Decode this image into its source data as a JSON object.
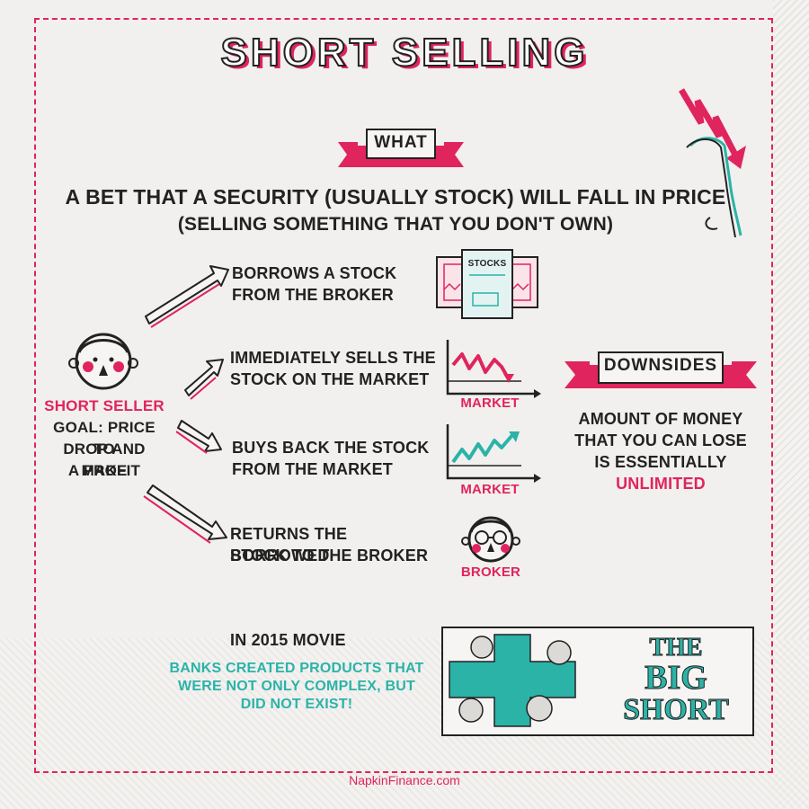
{
  "title": "SHORT SELLING",
  "what_banner": "WHAT",
  "definition": {
    "line1": "A BET THAT A SECURITY (USUALLY STOCK) WILL FALL IN PRICE",
    "line2": "(SELLING SOMETHING THAT YOU DON'T OWN)"
  },
  "short_seller": {
    "label": "SHORT SELLER",
    "goal_line1": "GOAL: PRICE TO",
    "goal_line2": "DROP AND MAKE",
    "goal_line3": "A PROFIT"
  },
  "steps": [
    {
      "line1": "BORROWS A STOCK",
      "line2": "FROM THE BROKER"
    },
    {
      "line1": "IMMEDIATELY SELLS THE",
      "line2": "STOCK ON THE MARKET"
    },
    {
      "line1": "BUYS BACK THE STOCK",
      "line2": "FROM THE MARKET"
    },
    {
      "line1": "RETURNS THE BORROWED",
      "line2": "STOCK TO THE BROKER"
    }
  ],
  "stocks_label": "STOCKS",
  "market_label_1": "MARKET",
  "market_label_2": "MARKET",
  "broker_label": "BROKER",
  "downsides": {
    "banner": "DOWNSIDES",
    "line1": "AMOUNT OF MONEY",
    "line2": "THAT YOU CAN LOSE",
    "line3": "IS ESSENTIALLY",
    "highlight": "UNLIMITED"
  },
  "movie": {
    "intro": "IN 2015 MOVIE",
    "line1": "BANKS CREATED PRODUCTS THAT",
    "line2": "WERE NOT ONLY COMPLEX, BUT",
    "line3": "DID NOT EXIST!",
    "poster_line1": "THE",
    "poster_line2": "BIG",
    "poster_line3": "SHORT"
  },
  "footer": "NapkinFinance.com",
  "colors": {
    "accent": "#e0245e",
    "teal": "#2bb3a8",
    "ink": "#222222"
  }
}
